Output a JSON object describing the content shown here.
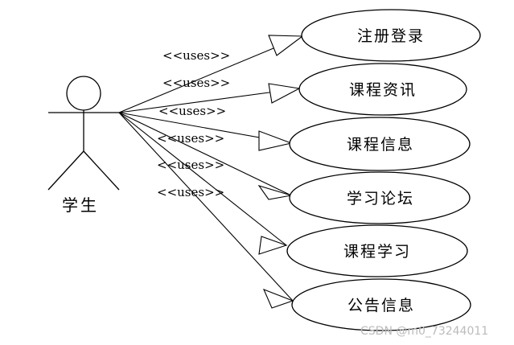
{
  "actor": {
    "name": "学生"
  },
  "relation_label": "<<uses>>",
  "use_cases": [
    {
      "label": "注册登录"
    },
    {
      "label": "课程资讯"
    },
    {
      "label": "课程信息"
    },
    {
      "label": "学习论坛"
    },
    {
      "label": "课程学习"
    },
    {
      "label": "公告信息"
    }
  ],
  "watermark": "CSDN @m0_73244011"
}
